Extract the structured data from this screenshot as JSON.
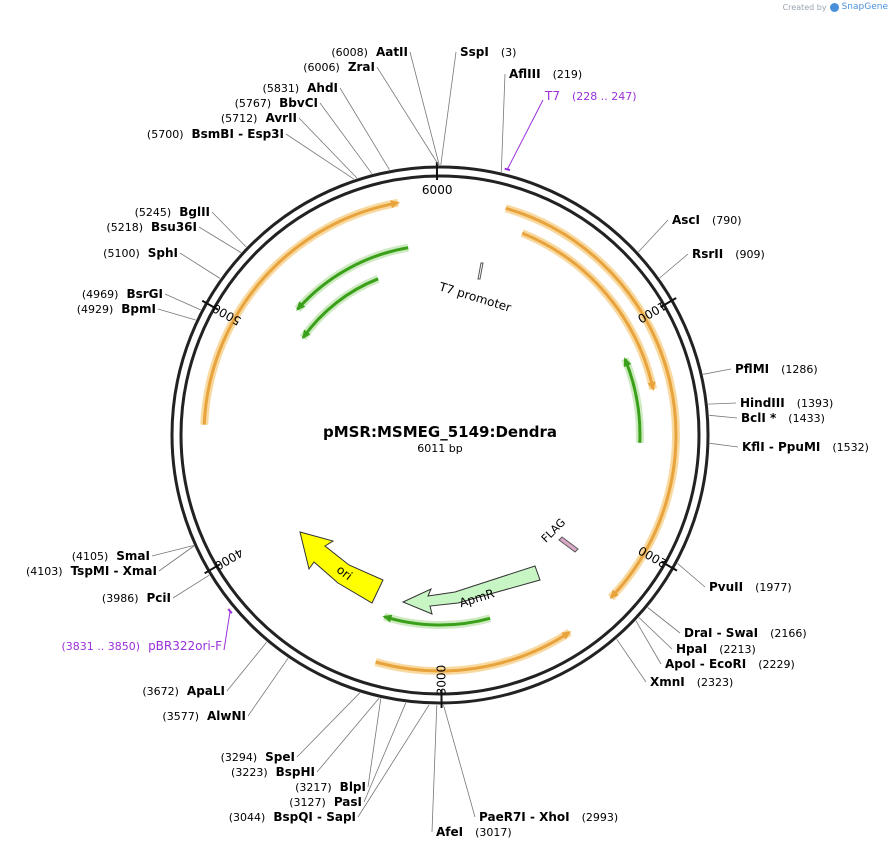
{
  "credit": {
    "prefix": "Created by",
    "brand": "SnapGene"
  },
  "plasmid": {
    "name": "pMSR:MSMEG_5149:Dendra",
    "size_label": "6011 bp",
    "length": 6011
  },
  "ticks": [
    {
      "pos": 1000,
      "label": "1000"
    },
    {
      "pos": 2000,
      "label": "2000"
    },
    {
      "pos": 3000,
      "label": "3000"
    },
    {
      "pos": 4000,
      "label": "4000"
    },
    {
      "pos": 5000,
      "label": "5000"
    },
    {
      "pos": 6000,
      "label": "6000"
    }
  ],
  "enzymes": [
    {
      "pos": 6008,
      "name": "AatII",
      "pos_label": "(6008)"
    },
    {
      "pos": 6006,
      "name": "ZraI",
      "pos_label": "(6006)"
    },
    {
      "pos": 5831,
      "name": "AhdI",
      "pos_label": "(5831)"
    },
    {
      "pos": 5767,
      "name": "BbvCI",
      "pos_label": "(5767)"
    },
    {
      "pos": 5712,
      "name": "AvrII",
      "pos_label": "(5712)"
    },
    {
      "pos": 5700,
      "name": "BsmBI",
      "name2": "Esp3I",
      "pos_label": "(5700)"
    },
    {
      "pos": 5245,
      "name": "BglII",
      "pos_label": "(5245)"
    },
    {
      "pos": 5218,
      "name": "Bsu36I",
      "pos_label": "(5218)"
    },
    {
      "pos": 5100,
      "name": "SphI",
      "pos_label": "(5100)"
    },
    {
      "pos": 4969,
      "name": "BsrGI",
      "pos_label": "(4969)"
    },
    {
      "pos": 4929,
      "name": "BpmI",
      "pos_label": "(4929)"
    },
    {
      "pos": 3,
      "name": "SspI",
      "pos_label": "(3)"
    },
    {
      "pos": 219,
      "name": "AflIII",
      "pos_label": "(219)"
    },
    {
      "pos": 790,
      "name": "AscI",
      "pos_label": "(790)"
    },
    {
      "pos": 909,
      "name": "RsrII",
      "pos_label": "(909)"
    },
    {
      "pos": 1286,
      "name": "PflMI",
      "pos_label": "(1286)"
    },
    {
      "pos": 1393,
      "name": "HindIII",
      "pos_label": "(1393)"
    },
    {
      "pos": 1433,
      "name": "BclI *",
      "pos_label": "(1433)"
    },
    {
      "pos": 1532,
      "name": "KflI",
      "name2": "PpuMI",
      "pos_label": "(1532)"
    },
    {
      "pos": 1977,
      "name": "PvuII",
      "pos_label": "(1977)"
    },
    {
      "pos": 2166,
      "name": "DraI",
      "name2": "SwaI",
      "pos_label": "(2166)"
    },
    {
      "pos": 2213,
      "name": "HpaI",
      "pos_label": "(2213)"
    },
    {
      "pos": 2229,
      "name": "ApoI",
      "name2": "EcoRI",
      "pos_label": "(2229)"
    },
    {
      "pos": 2323,
      "name": "XmnI",
      "pos_label": "(2323)"
    },
    {
      "pos": 2993,
      "name": "PaeR7I",
      "name2": "XhoI",
      "pos_label": "(2993)"
    },
    {
      "pos": 3017,
      "name": "AfeI",
      "pos_label": "(3017)"
    },
    {
      "pos": 3044,
      "name": "BspQI",
      "name2": "SapI",
      "pos_label": "(3044)"
    },
    {
      "pos": 3127,
      "name": "PasI",
      "pos_label": "(3127)"
    },
    {
      "pos": 3217,
      "name": "BlpI",
      "pos_label": "(3217)"
    },
    {
      "pos": 3223,
      "name": "BspHI",
      "pos_label": "(3223)"
    },
    {
      "pos": 3294,
      "name": "SpeI",
      "pos_label": "(3294)"
    },
    {
      "pos": 3577,
      "name": "AlwNI",
      "pos_label": "(3577)"
    },
    {
      "pos": 3672,
      "name": "ApaLI",
      "pos_label": "(3672)"
    },
    {
      "pos": 3986,
      "name": "PciI",
      "pos_label": "(3986)"
    },
    {
      "pos": 4103,
      "name": "TspMI",
      "name2": "XmaI",
      "pos_label": "(4103)"
    },
    {
      "pos": 4105,
      "name": "SmaI",
      "pos_label": "(4105)"
    }
  ],
  "primers": [
    {
      "start": 228,
      "end": 247,
      "name": "T7",
      "range_label": "(228 .. 247)"
    },
    {
      "start": 3831,
      "end": 3850,
      "name": "pBR322ori-F",
      "range_label": "(3831 .. 3850)"
    }
  ],
  "features": [
    {
      "name": "T7 promoter",
      "start": 180,
      "end": 200,
      "kind": "promoter"
    },
    {
      "name": "FLAG",
      "start": 2370,
      "end": 2400,
      "kind": "tag"
    },
    {
      "name": "ApmR",
      "start": 3070,
      "end": 3550,
      "kind": "marker"
    },
    {
      "name": "ori",
      "start": 3760,
      "end": 4400,
      "kind": "ori"
    }
  ],
  "colors": {
    "backbone": "#222222",
    "orf": "#e8a33c",
    "orf_glow": "#f8d9a0",
    "green": "#3aa01a",
    "green_glow": "#cdeac0",
    "ori": "#ffff00",
    "apmr": "#c7f5c4",
    "primer": "#9b30d9",
    "tag": "#d9a8c8"
  }
}
